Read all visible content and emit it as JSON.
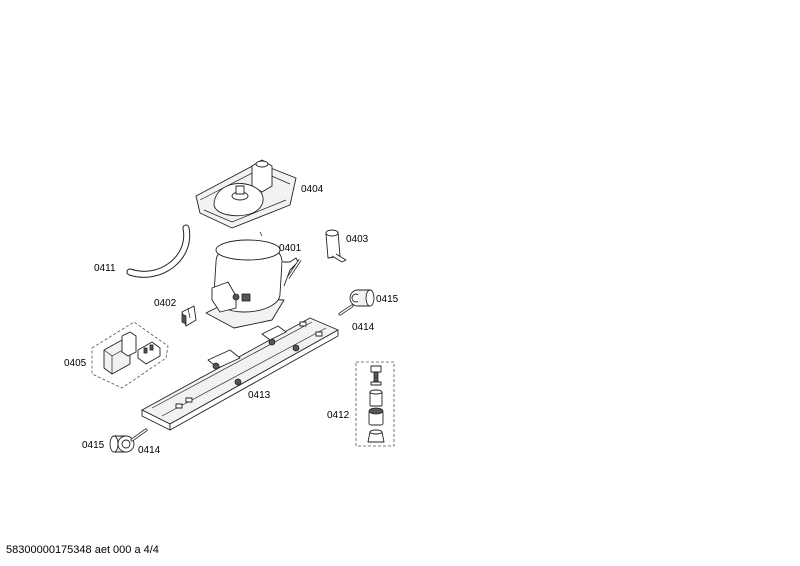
{
  "parts": {
    "p0404": "0404",
    "p0401": "0401",
    "p0403": "0403",
    "p0411": "0411",
    "p0402": "0402",
    "p0415_right": "0415",
    "p0414_right": "0414",
    "p0405": "0405",
    "p0413": "0413",
    "p0412": "0412",
    "p0415_left": "0415",
    "p0414_left": "0414"
  },
  "footer": "58300000175348 aet 000 a 4/4"
}
